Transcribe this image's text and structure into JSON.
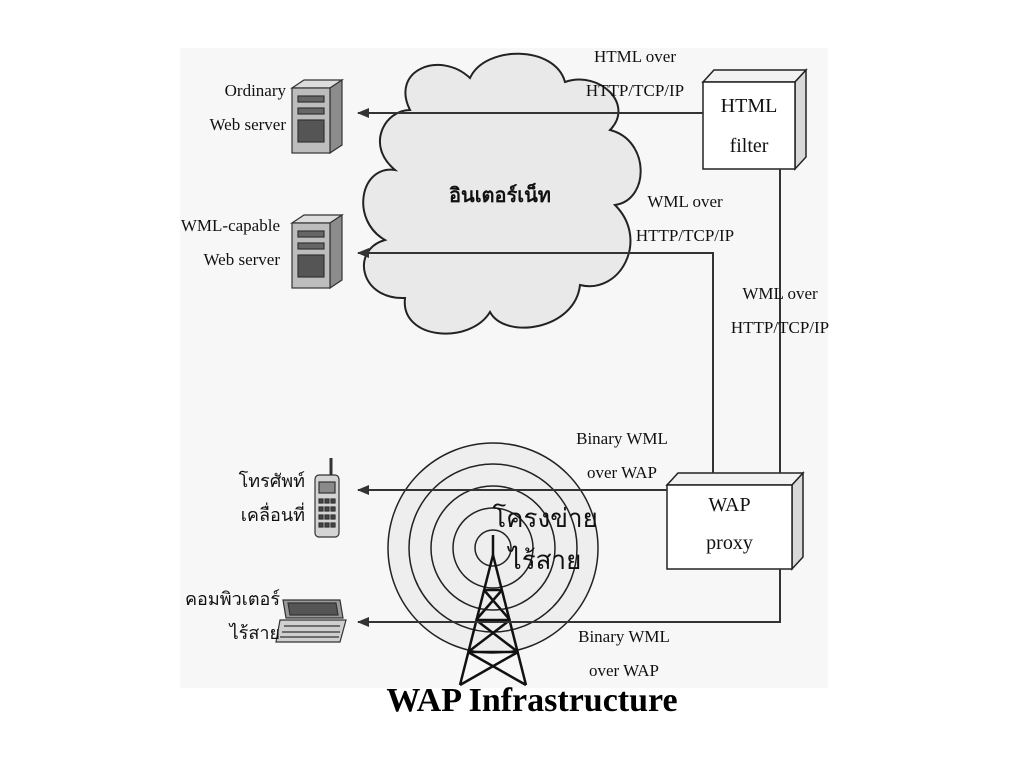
{
  "diagram": {
    "title": "WAP Infrastructure",
    "cloud_label": "อินเตอร์เน็ท",
    "wireless_network_label": [
      "โครงข่าย",
      "ไร้สาย"
    ],
    "boxes": {
      "html_filter": [
        "HTML",
        "filter"
      ],
      "wap_proxy": [
        "WAP",
        "proxy"
      ]
    },
    "devices": {
      "ordinary_server": [
        "Ordinary",
        "Web server"
      ],
      "wml_server": [
        "WML-capable",
        "Web server"
      ],
      "mobile_phone": [
        "โทรศัพท์",
        "เคลื่อนที่"
      ],
      "wireless_computer": [
        "คอมพิวเตอร์",
        "ไร้สาย"
      ]
    },
    "links": {
      "filter_to_server": [
        "HTML over",
        "HTTP/TCP/IP"
      ],
      "proxy_to_wml_server": [
        "WML over",
        "HTTP/TCP/IP"
      ],
      "proxy_to_filter": [
        "WML over",
        "HTTP/TCP/IP"
      ],
      "proxy_to_phone": [
        "Binary WML",
        "over WAP"
      ],
      "proxy_to_computer": [
        "Binary WML",
        "over WAP"
      ]
    }
  },
  "colors": {
    "line": "#333333",
    "cloud_fill": "#e9e9e9",
    "server_fill": "#bdbdbd",
    "background_panel": "#f7f7f7"
  }
}
